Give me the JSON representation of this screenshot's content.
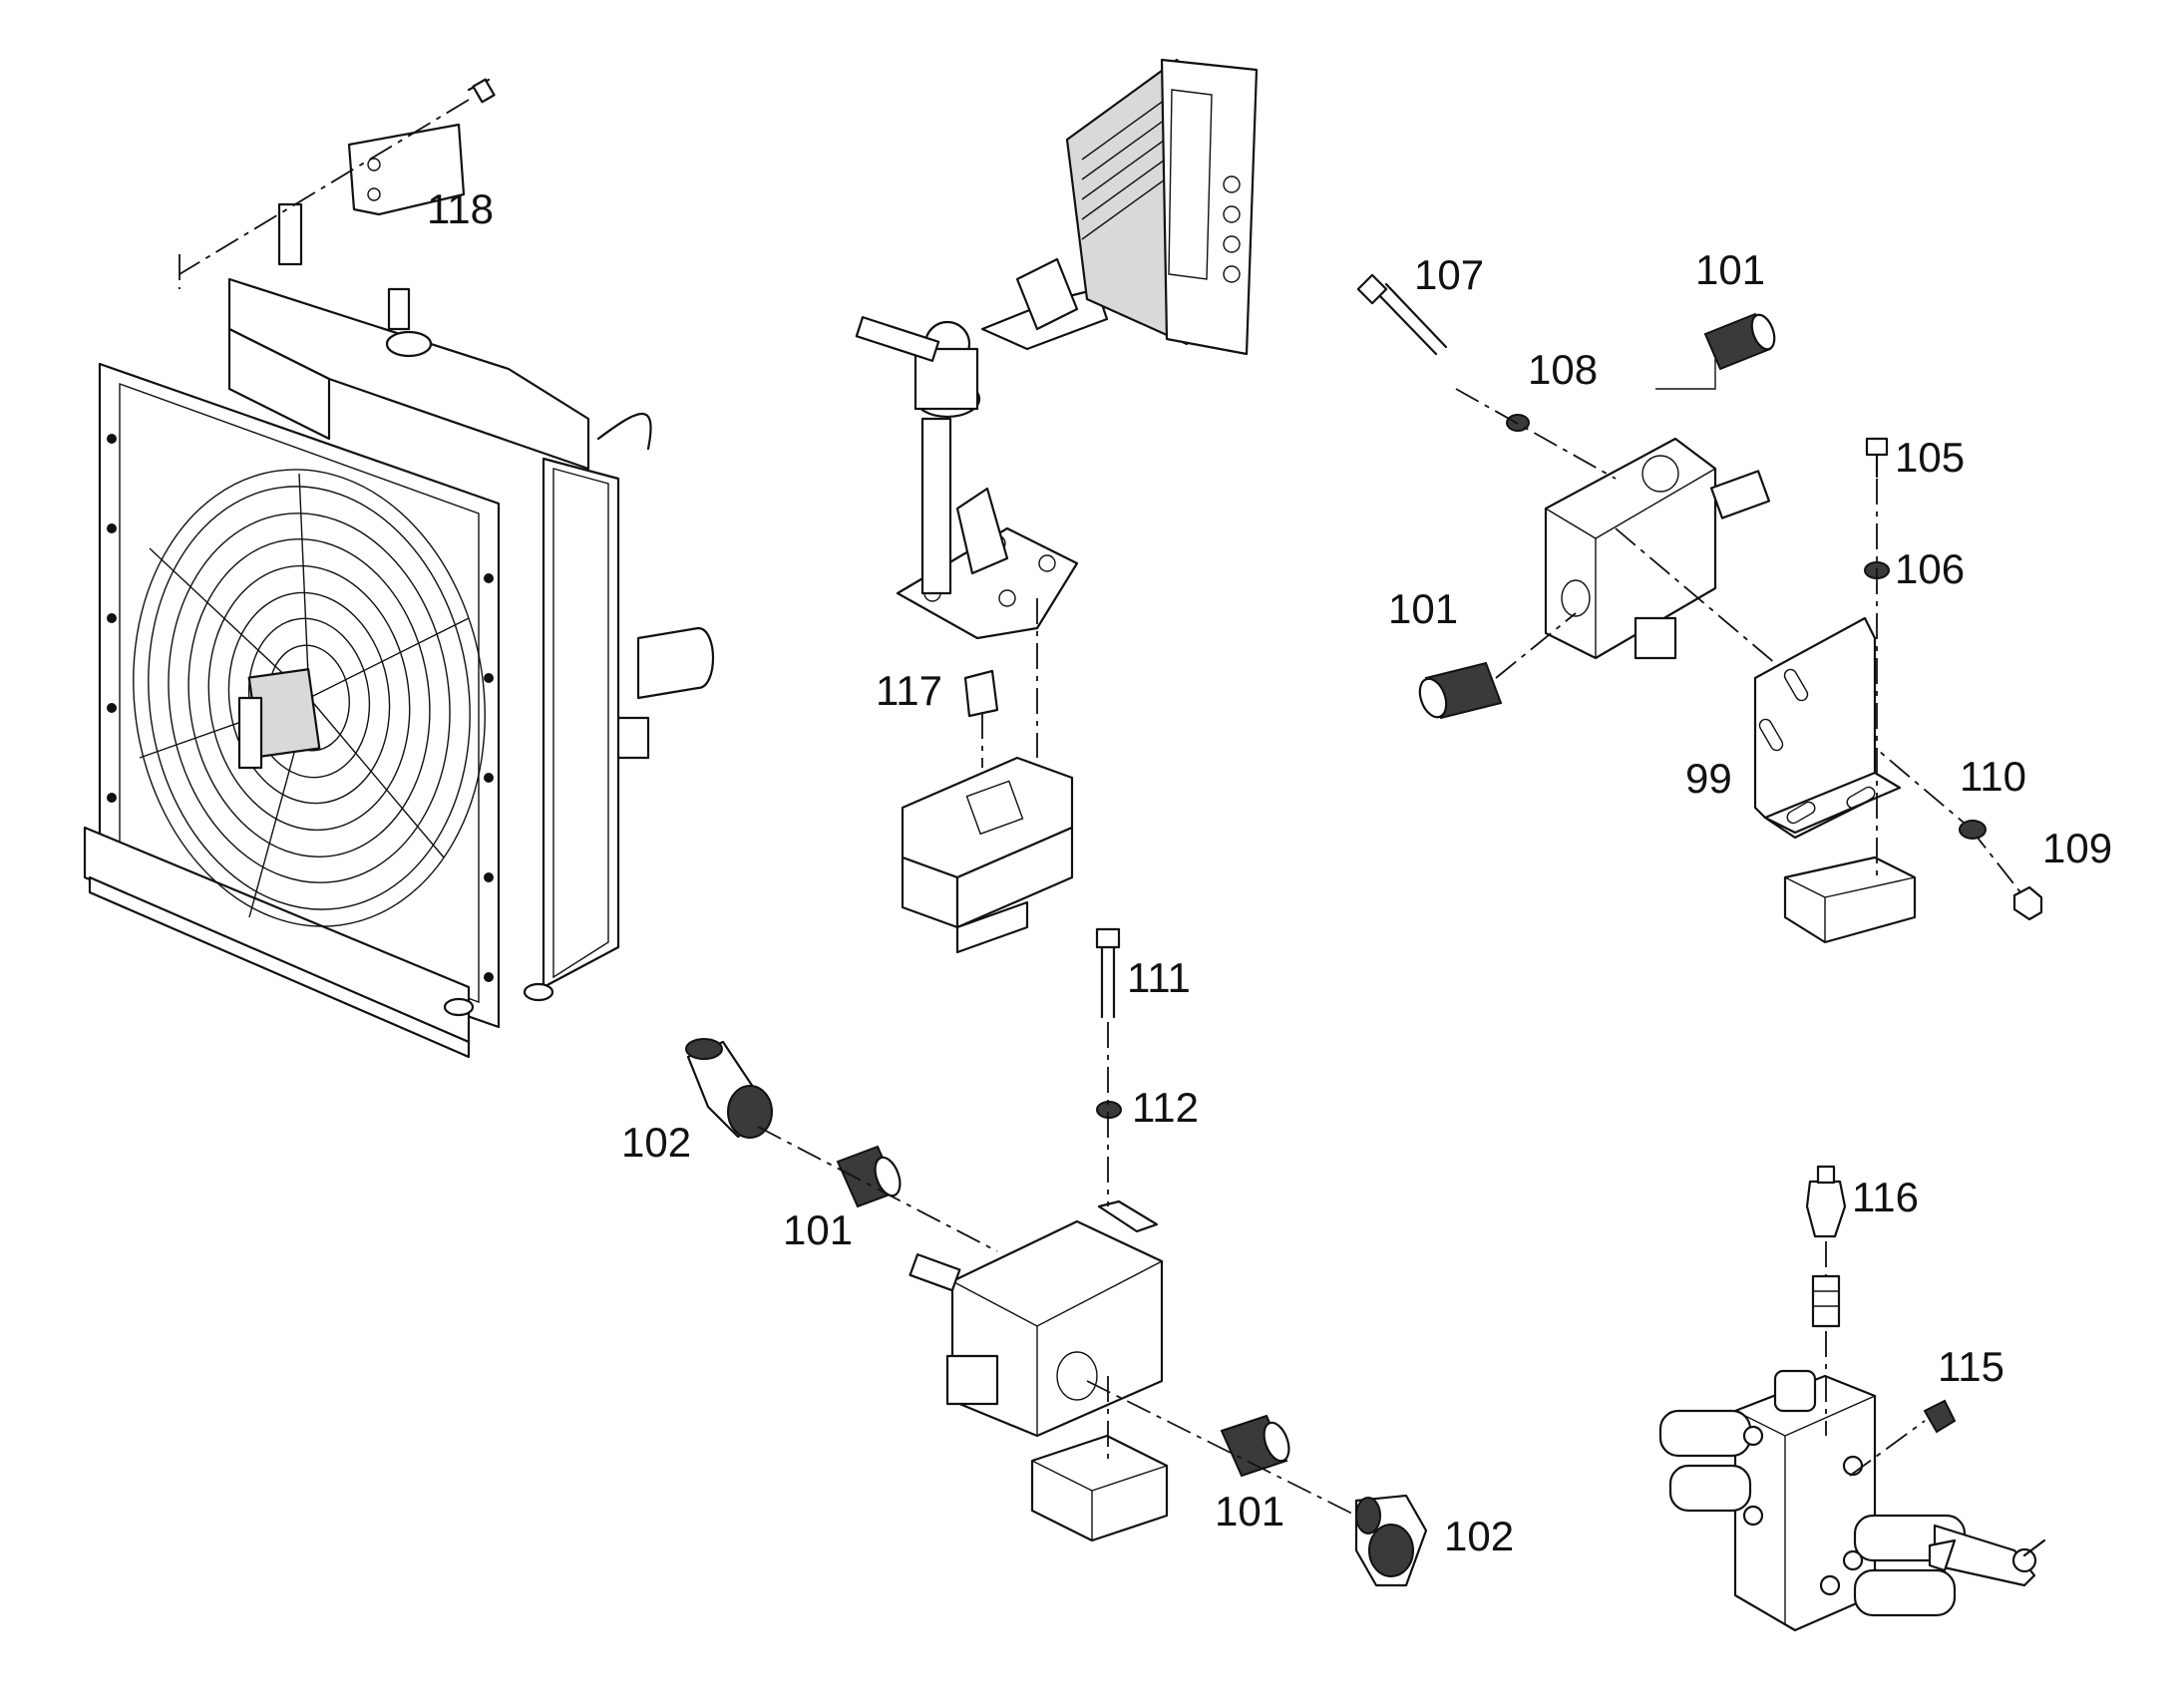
{
  "callouts": {
    "c118": "118",
    "c107": "107",
    "c101_top": "101",
    "c108": "108",
    "c105": "105",
    "c106": "106",
    "c101_mid": "101",
    "c117": "117",
    "c99": "99",
    "c110": "110",
    "c109": "109",
    "c111": "111",
    "c112": "112",
    "c102_left": "102",
    "c101_low": "101",
    "c116": "116",
    "c115": "115",
    "c101_bottom": "101",
    "c102_right": "102"
  },
  "icons": {
    "radiator": "radiator-fan-assembly-icon",
    "display": "display-console-mount-icon",
    "connector": "electrical-connector-icon",
    "valve_upper": "valve-block-icon",
    "valve_lower": "valve-block-icon",
    "directional_valve": "directional-control-valve-icon"
  },
  "colors": {
    "line": "#111111",
    "background": "#ffffff",
    "fill_light": "#d9d9d9",
    "fill_dark": "#3a3a3a"
  }
}
